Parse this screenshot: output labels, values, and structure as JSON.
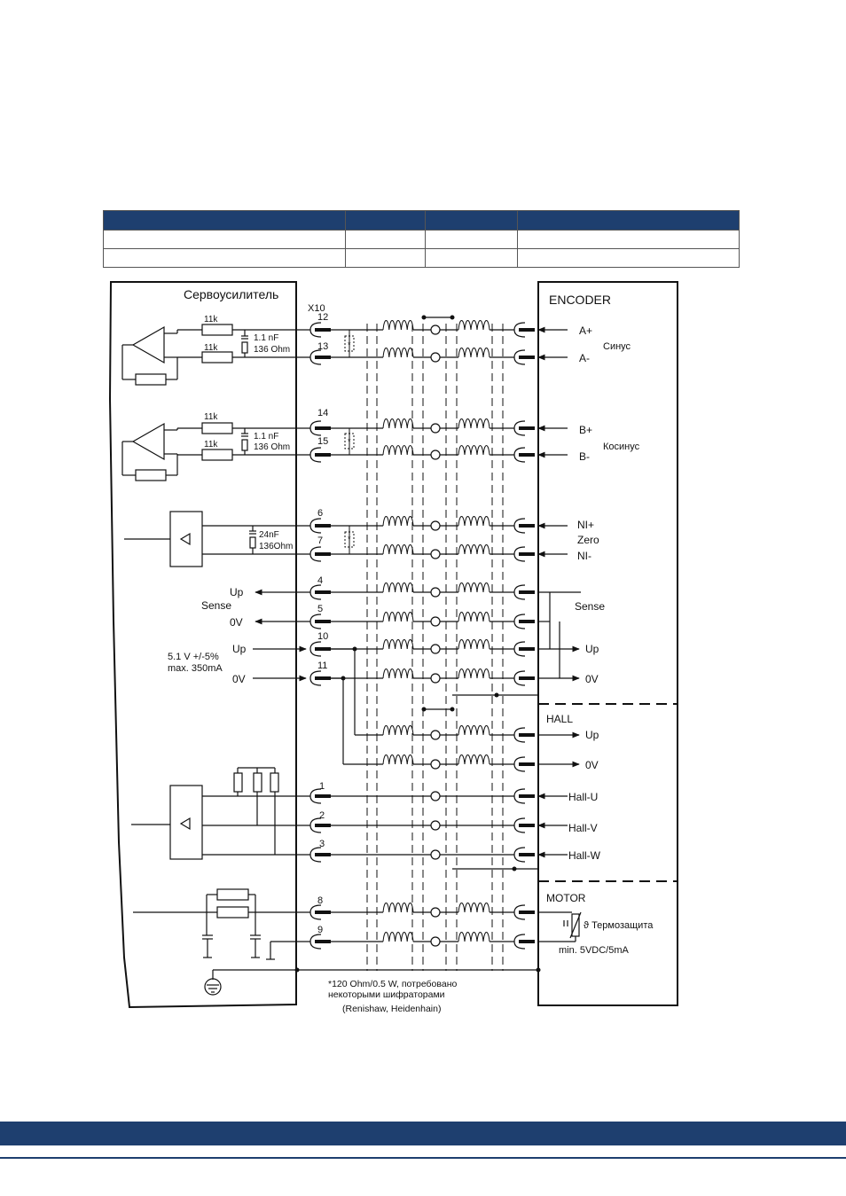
{
  "labels": {
    "amplifier_title": "Сервоусилитель",
    "connector": "X10",
    "encoder_title": "ENCODER",
    "hall_title": "HALL",
    "motor_title": "MOTOR",
    "res_11k": "11k",
    "cap_1nf": "1.1 nF",
    "res_136": "136 Ohm",
    "cap_24nf": "24nF",
    "res_136b": "136Ohm",
    "a_plus": "A+",
    "a_minus": "A-",
    "sinus": "Синус",
    "b_plus": "B+",
    "b_minus": "B-",
    "cosinus": "Косинус",
    "ni_plus": "NI+",
    "zero": "Zero",
    "ni_minus": "NI-",
    "up": "Up",
    "sense": "Sense",
    "zero_v": "0V",
    "supply1": "5.1 V +/-5%",
    "supply2": "max. 350mA",
    "hall_u": "Hall-U",
    "hall_v": "Hall-V",
    "hall_w": "Hall-W",
    "thermo": "ϑ Термозащита",
    "min_spec": "min. 5VDC/5mA",
    "star": "*",
    "note1": "*120 Ohm/0.5 W, потребовано",
    "note2": "некоторыми шифраторами",
    "note3": "(Renishaw, Heidenhain)",
    "pins": [
      "12",
      "13",
      "14",
      "15",
      "6",
      "7",
      "4",
      "5",
      "10",
      "11",
      "1",
      "2",
      "3",
      "8",
      "9"
    ]
  }
}
